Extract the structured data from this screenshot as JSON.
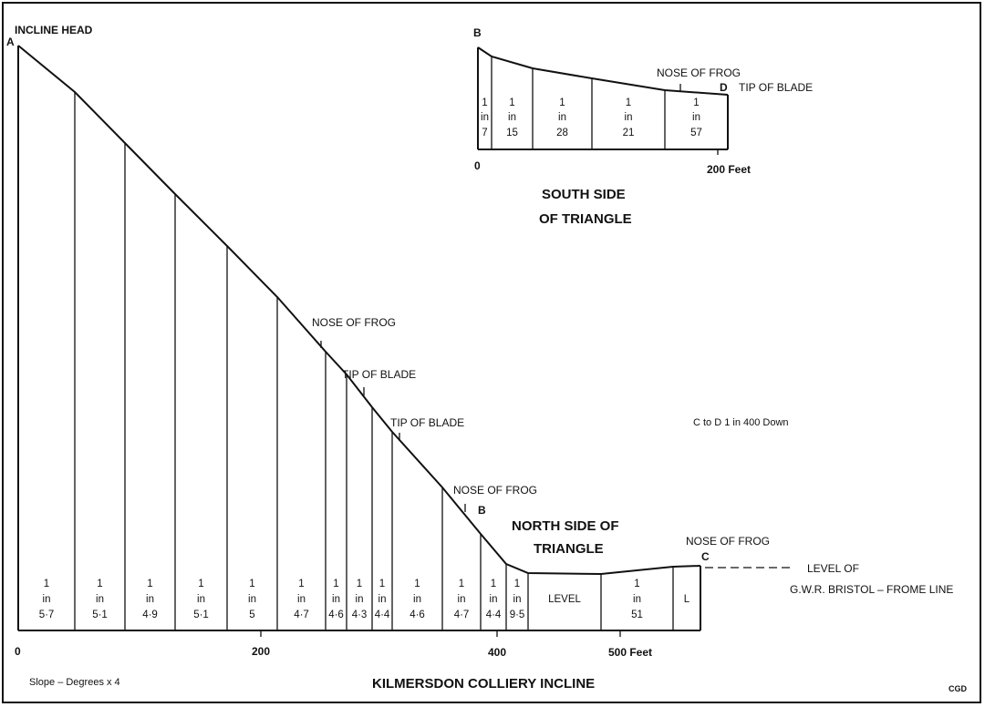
{
  "title": "KILMERSDON COLLIERY INCLINE",
  "credit": "CGD",
  "legend": "Slope – Degrees x 4",
  "main_profile": {
    "heading": [
      "NORTH SIDE OF",
      "TRIANGLE"
    ],
    "point_a": "A",
    "point_b": "B",
    "point_c": "C",
    "incline_head": "INCLINE HEAD",
    "annotations": [
      "NOSE OF FROG",
      "TIP OF BLADE",
      "TIP OF BLADE",
      "NOSE OF FROG",
      "NOSE OF FROG"
    ],
    "level_note": [
      "LEVEL OF",
      "G.W.R. BRISTOL – FROME LINE"
    ],
    "c_to_d": "C to D   1 in 400 Down",
    "axis_ticks": [
      "0",
      "200",
      "400",
      "500  Feet"
    ],
    "segments": [
      [
        "1",
        "in",
        "5·7"
      ],
      [
        "1",
        "in",
        "5·1"
      ],
      [
        "1",
        "in",
        "4·9"
      ],
      [
        "1",
        "in",
        "5·1"
      ],
      [
        "1",
        "in",
        "5"
      ],
      [
        "1",
        "in",
        "4·7"
      ],
      [
        "1",
        "in",
        "4·6"
      ],
      [
        "1",
        "in",
        "4·3"
      ],
      [
        "1",
        "in",
        "4·4"
      ],
      [
        "1",
        "in",
        "4·6"
      ],
      [
        "1",
        "in",
        "4·7"
      ],
      [
        "1",
        "in",
        "4·4"
      ],
      [
        "1",
        "in",
        "9·5"
      ],
      [
        "",
        "LEVEL",
        ""
      ],
      [
        "1",
        "in",
        "51"
      ],
      [
        "",
        "L",
        ""
      ]
    ]
  },
  "south_profile": {
    "heading": [
      "SOUTH  SIDE",
      "OF TRIANGLE"
    ],
    "point_b": "B",
    "point_d": "D",
    "annotations": [
      "NOSE OF FROG",
      "TIP OF BLADE"
    ],
    "axis_ticks": [
      "0",
      "200  Feet"
    ],
    "segments": [
      [
        "1",
        "in",
        "7"
      ],
      [
        "1",
        "in",
        "15"
      ],
      [
        "1",
        "in",
        "28"
      ],
      [
        "1",
        "in",
        "21"
      ],
      [
        "1",
        "in",
        "57"
      ]
    ]
  }
}
